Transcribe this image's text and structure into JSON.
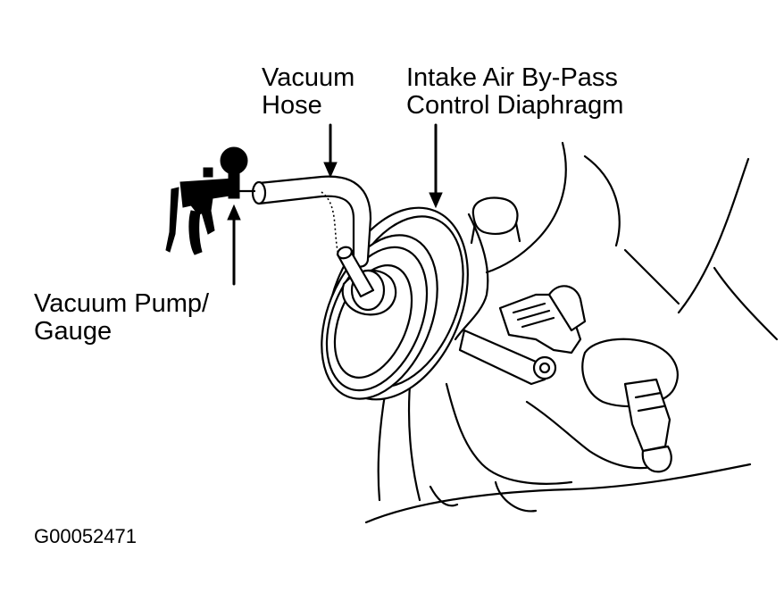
{
  "labels": {
    "vacuum_hose_line1": "Vacuum",
    "vacuum_hose_line2": "Hose",
    "diaphragm_line1": "Intake Air By-Pass",
    "diaphragm_line2": "Control Diaphragm",
    "pump_line1": "Vacuum Pump/",
    "pump_line2": "Gauge"
  },
  "figure_code": "G00052471"
}
